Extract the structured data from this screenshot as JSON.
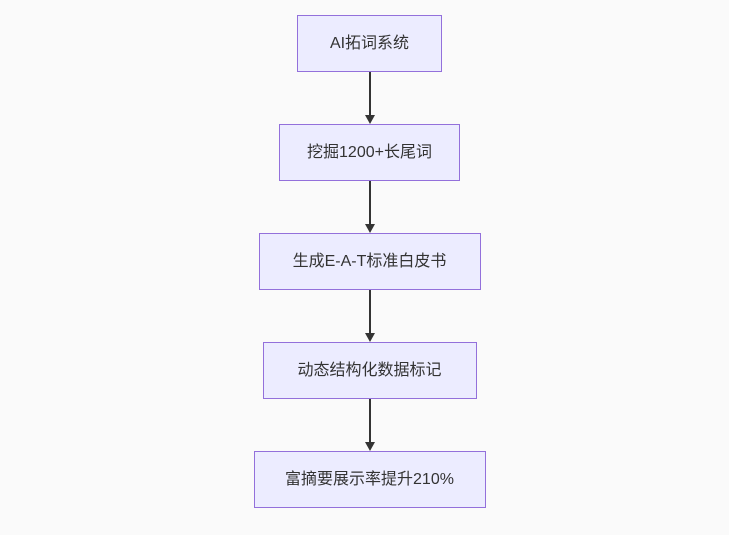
{
  "flowchart": {
    "type": "flowchart",
    "direction": "top-down",
    "nodes": [
      {
        "id": "A",
        "label": "AI拓词系统"
      },
      {
        "id": "B",
        "label": "挖掘1200+长尾词"
      },
      {
        "id": "C",
        "label": "生成E-A-T标准白皮书"
      },
      {
        "id": "D",
        "label": "动态结构化数据标记"
      },
      {
        "id": "E",
        "label": "富摘要展示率提升210%"
      }
    ],
    "edges": [
      {
        "from": "A",
        "to": "B"
      },
      {
        "from": "B",
        "to": "C"
      },
      {
        "from": "C",
        "to": "D"
      },
      {
        "from": "D",
        "to": "E"
      }
    ],
    "colors": {
      "page-bg": "#fafafa",
      "node-fill": "#ECECFF",
      "node-border": "#9370DB",
      "text-color": "#333333",
      "arrow-color": "#333333"
    }
  }
}
